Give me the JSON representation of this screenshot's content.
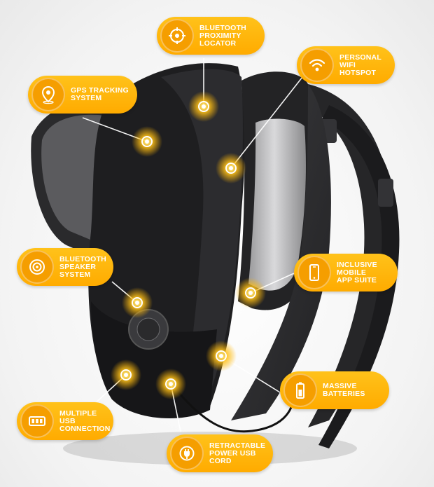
{
  "features": [
    {
      "id": "bluetooth-proximity-locator",
      "label": "BLUETOOTH\nPROXIMITY\nLOCATOR",
      "icon": "crosshair-icon"
    },
    {
      "id": "gps-tracking-system",
      "label": "GPS TRACKING\nSYSTEM",
      "icon": "map-pin-icon"
    },
    {
      "id": "personal-wifi-hotspot",
      "label": "PERSONAL\nWIFI HOTSPOT",
      "icon": "wifi-icon"
    },
    {
      "id": "bluetooth-speaker-system",
      "label": "BLUETOOTH\nSPEAKER\nSYSTEM",
      "icon": "speaker-icon"
    },
    {
      "id": "inclusive-mobile-app-suite",
      "label": "INCLUSIVE\nMOBILE\nAPP SUITE",
      "icon": "smartphone-icon"
    },
    {
      "id": "massive-batteries",
      "label": "MASSIVE\nBATTERIES",
      "icon": "battery-icon"
    },
    {
      "id": "multiple-usb-connection",
      "label": "MULTIPLE USB\nCONNECTION",
      "icon": "usb-ports-icon"
    },
    {
      "id": "retractable-power-usb-cord",
      "label": "RETRACTABLE\nPOWER USB\nCORD",
      "icon": "power-cord-icon"
    }
  ],
  "colors": {
    "accent": "#ffb400",
    "accent_dark": "#f59e00",
    "glow": "#ffd24a",
    "bag": "#1e1e20"
  }
}
